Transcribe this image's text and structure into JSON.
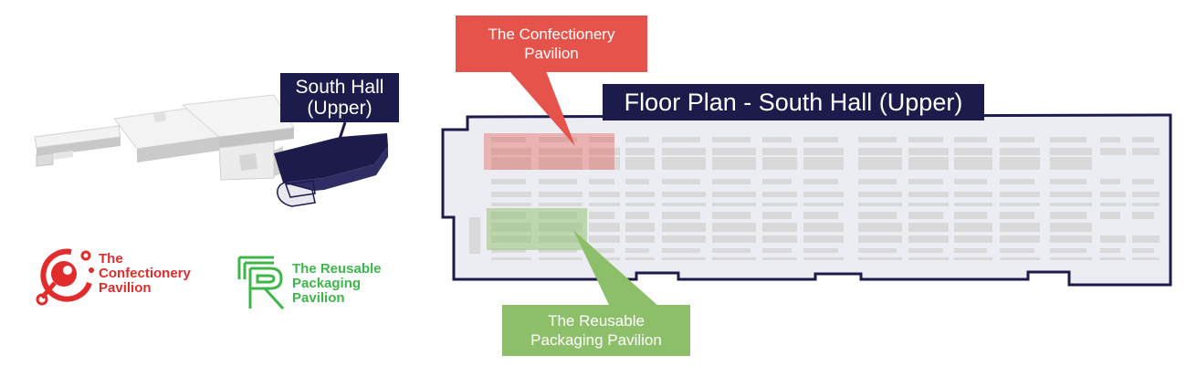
{
  "south_hall_tag": {
    "line1": "South Hall",
    "line2": "(Upper)"
  },
  "floor_plan_title": "Floor Plan - South Hall (Upper)",
  "callouts": {
    "confectionery": {
      "line1": "The Confectionery",
      "line2": "Pavilion",
      "color": "#e5534b"
    },
    "reusable": {
      "line1": "The Reusable",
      "line2": "Packaging Pavilion",
      "color": "#8dbf6a"
    }
  },
  "legend": {
    "confectionery": {
      "lines": [
        "The",
        "Confectionery",
        "Pavilion"
      ],
      "icon": "confectionery-logo-icon",
      "color": "#e22b2b"
    },
    "reusable": {
      "lines": [
        "The Reusable",
        "Packaging",
        "Pavilion"
      ],
      "icon": "reusable-packaging-logo-icon",
      "color": "#3db64a"
    }
  },
  "colors": {
    "navy": "#1d1b4b",
    "hall_fill": "#ecedf3",
    "booth": "#d9d9d9"
  }
}
